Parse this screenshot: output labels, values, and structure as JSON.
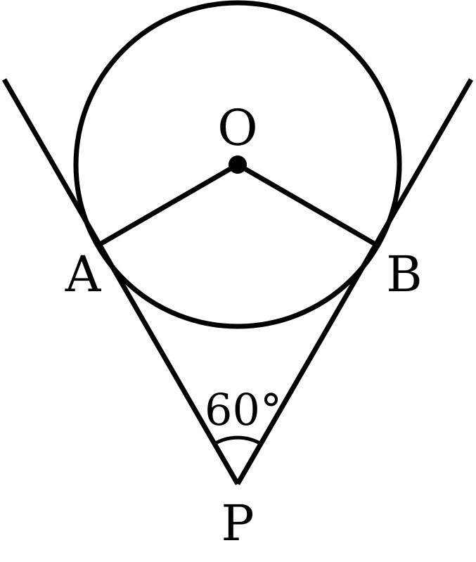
{
  "labels": {
    "center": "O",
    "tangent_point_left": "A",
    "tangent_point_right": "B",
    "external_point": "P",
    "angle": "60°"
  },
  "colors": {
    "line": "#000000",
    "background": "#ffffff"
  }
}
